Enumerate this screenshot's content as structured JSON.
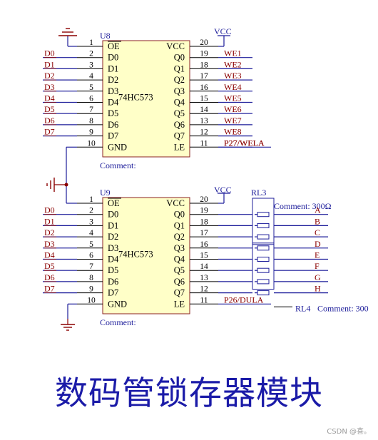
{
  "colors": {
    "wire": "#1c1c9a",
    "pin_text": "#000000",
    "net_label": "#8b0000",
    "chip_fill": "#ffffc8",
    "chip_border": "#8b2222",
    "caption": "#1b1ba8",
    "credit": "#9a9a9a"
  },
  "u8": {
    "ref": "U8",
    "part": "74HC573",
    "comment": "Comment:",
    "vcc_label": "VCC",
    "left_pins": [
      {
        "num": "1",
        "name": "OE",
        "net": "",
        "overline": true
      },
      {
        "num": "2",
        "name": "D0",
        "net": "D0"
      },
      {
        "num": "3",
        "name": "D1",
        "net": "D1"
      },
      {
        "num": "4",
        "name": "D2",
        "net": "D2"
      },
      {
        "num": "5",
        "name": "D3",
        "net": "D3"
      },
      {
        "num": "6",
        "name": "D4",
        "net": "D4"
      },
      {
        "num": "7",
        "name": "D5",
        "net": "D5"
      },
      {
        "num": "8",
        "name": "D6",
        "net": "D6"
      },
      {
        "num": "9",
        "name": "D7",
        "net": "D7"
      },
      {
        "num": "10",
        "name": "GND",
        "net": ""
      }
    ],
    "right_pins": [
      {
        "num": "20",
        "name": "VCC",
        "net": ""
      },
      {
        "num": "19",
        "name": "Q0",
        "net": "WE1"
      },
      {
        "num": "18",
        "name": "Q1",
        "net": "WE2"
      },
      {
        "num": "17",
        "name": "Q2",
        "net": "WE3"
      },
      {
        "num": "16",
        "name": "Q3",
        "net": "WE4"
      },
      {
        "num": "15",
        "name": "Q4",
        "net": "WE5"
      },
      {
        "num": "14",
        "name": "Q5",
        "net": "WE6"
      },
      {
        "num": "13",
        "name": "Q6",
        "net": "WE7"
      },
      {
        "num": "12",
        "name": "Q7",
        "net": "WE8"
      },
      {
        "num": "11",
        "name": "LE",
        "net": "P27/WELA"
      }
    ]
  },
  "u9": {
    "ref": "U9",
    "part": "74HC573",
    "comment": "Comment:",
    "vcc_label": "VCC",
    "left_pins": [
      {
        "num": "1",
        "name": "OE",
        "net": "",
        "overline": true
      },
      {
        "num": "2",
        "name": "D0",
        "net": "D0"
      },
      {
        "num": "3",
        "name": "D1",
        "net": "D1"
      },
      {
        "num": "4",
        "name": "D2",
        "net": "D2"
      },
      {
        "num": "5",
        "name": "D3",
        "net": "D3"
      },
      {
        "num": "6",
        "name": "D4",
        "net": "D4"
      },
      {
        "num": "7",
        "name": "D5",
        "net": "D5"
      },
      {
        "num": "8",
        "name": "D6",
        "net": "D6"
      },
      {
        "num": "9",
        "name": "D7",
        "net": "D7"
      },
      {
        "num": "10",
        "name": "GND",
        "net": ""
      }
    ],
    "right_pins": [
      {
        "num": "20",
        "name": "VCC",
        "net": ""
      },
      {
        "num": "19",
        "name": "Q0",
        "net": "A"
      },
      {
        "num": "18",
        "name": "Q1",
        "net": "B"
      },
      {
        "num": "17",
        "name": "Q2",
        "net": "C"
      },
      {
        "num": "16",
        "name": "Q3",
        "net": "D"
      },
      {
        "num": "15",
        "name": "Q4",
        "net": "E"
      },
      {
        "num": "14",
        "name": "Q5",
        "net": "F"
      },
      {
        "num": "13",
        "name": "Q6",
        "net": "G"
      },
      {
        "num": "12",
        "name": "Q7",
        "net": "H"
      },
      {
        "num": "11",
        "name": "LE",
        "net": "P26/DULA"
      }
    ]
  },
  "rl3": {
    "ref": "RL3",
    "comment": "Comment: 300Ω"
  },
  "rl4": {
    "ref": "RL4",
    "comment": "Comment: 300"
  },
  "caption": "数码管锁存器模块",
  "credit": "CSDN @喜。"
}
